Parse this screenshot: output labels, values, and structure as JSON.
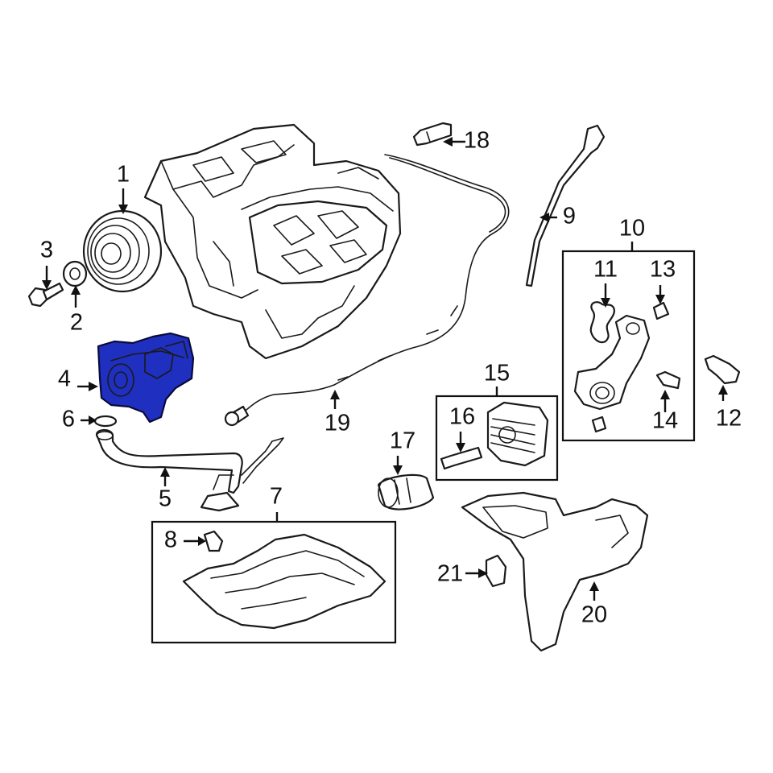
{
  "highlight_color": "#1f2fbf",
  "callouts": {
    "c1": "1",
    "c2": "2",
    "c3": "3",
    "c4": "4",
    "c5": "5",
    "c6": "6",
    "c7": "7",
    "c8": "8",
    "c9": "9",
    "c10": "10",
    "c11": "11",
    "c12": "12",
    "c13": "13",
    "c14": "14",
    "c15": "15",
    "c16": "16",
    "c17": "17",
    "c18": "18",
    "c19": "19",
    "c20": "20",
    "c21": "21"
  }
}
